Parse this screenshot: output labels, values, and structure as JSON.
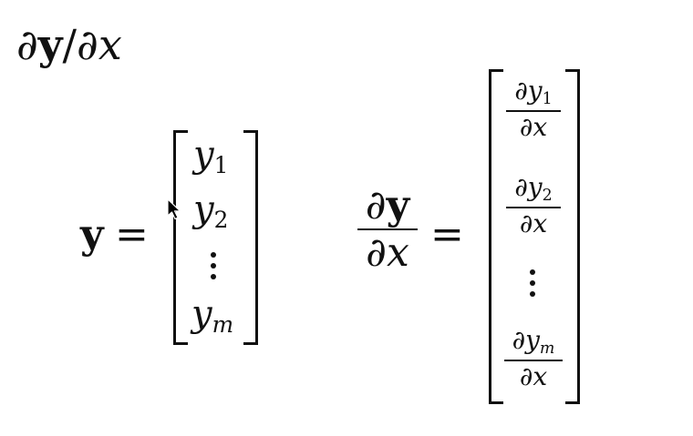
{
  "title": {
    "partial1": "∂",
    "y": "y",
    "slash": "/",
    "partial2": "∂",
    "x": "x"
  },
  "vector_y": {
    "lhs_symbol": "y",
    "equals": "=",
    "entries": [
      {
        "base": "y",
        "sub": "1"
      },
      {
        "base": "y",
        "sub": "2"
      },
      {
        "base": "y",
        "sub": "m"
      }
    ]
  },
  "derivative": {
    "numerator": {
      "partial": "∂",
      "var": "y"
    },
    "denominator": {
      "partial": "∂",
      "var": "x"
    },
    "equals": "=",
    "entries": [
      {
        "num_partial": "∂",
        "num_base": "y",
        "num_sub": "1",
        "den_partial": "∂",
        "den_var": "x"
      },
      {
        "num_partial": "∂",
        "num_base": "y",
        "num_sub": "2",
        "den_partial": "∂",
        "den_var": "x"
      },
      {
        "num_partial": "∂",
        "num_base": "y",
        "num_sub": "m",
        "den_partial": "∂",
        "den_var": "x"
      }
    ]
  },
  "colors": {
    "ink": "#111111",
    "background": "#ffffff"
  },
  "icons": {
    "cursor": "mouse-pointer-icon"
  }
}
